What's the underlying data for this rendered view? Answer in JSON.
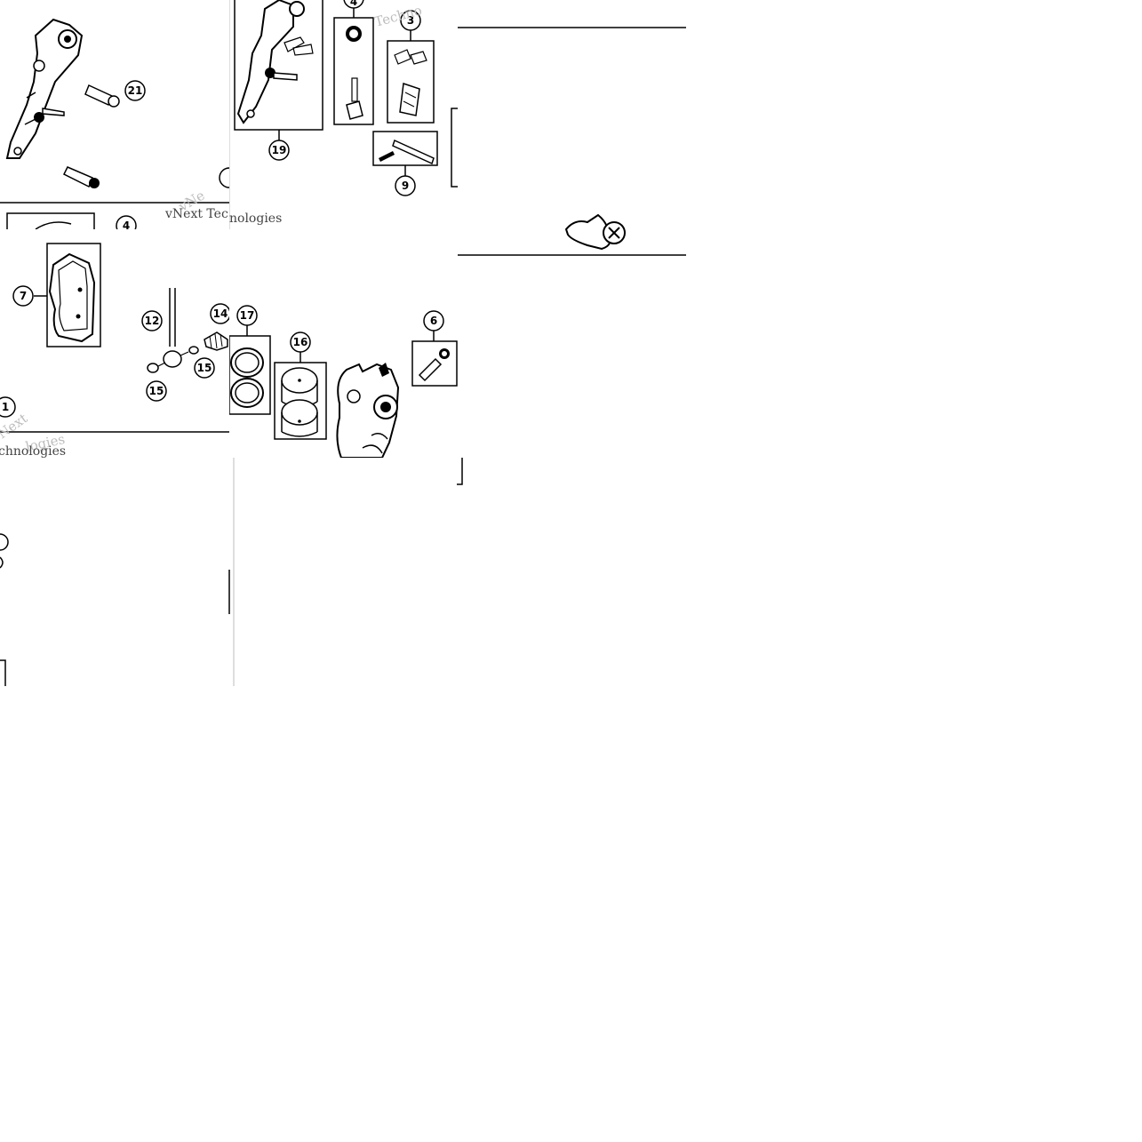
{
  "watermark": {
    "brand": "vNext Technologies",
    "fragments": [
      "Techno",
      "vNext Tec",
      "nologies",
      "Next",
      "chnologies",
      "logies",
      "vNe"
    ]
  },
  "callouts": [
    "21",
    "19",
    "4",
    "3",
    "9",
    "7",
    "12",
    "14",
    "17",
    "16",
    "6",
    "15",
    "15",
    "1",
    "4"
  ],
  "colors": {
    "line": "#000000",
    "background": "#ffffff",
    "watermark": "#bdbdbd"
  }
}
